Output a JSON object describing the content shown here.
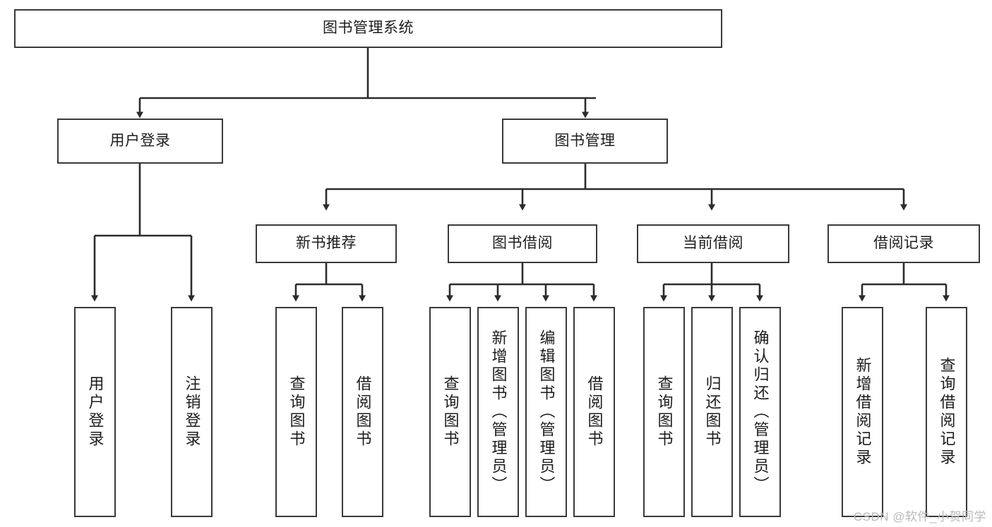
{
  "diagram": {
    "type": "tree-hierarchy",
    "title_node": {
      "id": "root",
      "label": "图书管理系统"
    },
    "level2": [
      {
        "id": "user-login",
        "label": "用户登录"
      },
      {
        "id": "book-manage",
        "label": "图书管理"
      }
    ],
    "level3": [
      {
        "id": "new-book-recommend",
        "label": "新书推荐",
        "parent": "book-manage"
      },
      {
        "id": "book-borrow",
        "label": "图书借阅",
        "parent": "book-manage"
      },
      {
        "id": "current-borrow",
        "label": "当前借阅",
        "parent": "book-manage"
      },
      {
        "id": "borrow-record",
        "label": "借阅记录",
        "parent": "book-manage"
      }
    ],
    "leaves": [
      {
        "id": "leaf-user-login",
        "label": "用户登录",
        "parent": "user-login"
      },
      {
        "id": "leaf-logout-login",
        "label": "注销登录",
        "parent": "user-login"
      },
      {
        "id": "leaf-query-book-1",
        "label": "查询图书",
        "parent": "new-book-recommend"
      },
      {
        "id": "leaf-borrow-book-1",
        "label": "借阅图书",
        "parent": "new-book-recommend"
      },
      {
        "id": "leaf-query-book-2",
        "label": "查询图书",
        "parent": "book-borrow"
      },
      {
        "id": "leaf-add-book",
        "label": "新增图书（管理员）",
        "parent": "book-borrow"
      },
      {
        "id": "leaf-edit-book",
        "label": "编辑图书（管理员）",
        "parent": "book-borrow"
      },
      {
        "id": "leaf-borrow-book-2",
        "label": "借阅图书",
        "parent": "book-borrow"
      },
      {
        "id": "leaf-query-book-3",
        "label": "查询图书",
        "parent": "current-borrow"
      },
      {
        "id": "leaf-return-book",
        "label": "归还图书",
        "parent": "current-borrow"
      },
      {
        "id": "leaf-confirm-return",
        "label": "确认归还（管理员）",
        "parent": "current-borrow"
      },
      {
        "id": "leaf-add-record",
        "label": "新增借阅记录",
        "parent": "borrow-record"
      },
      {
        "id": "leaf-query-record",
        "label": "查询借阅记录",
        "parent": "borrow-record"
      }
    ],
    "colors": {
      "background": "#ffffff",
      "box_stroke": "#3a3a3a",
      "box_fill": "#ffffff",
      "connector": "#2b2b2b",
      "text": "#1d1d1d",
      "watermark": "#b9b9b9"
    }
  },
  "watermark": {
    "text": "CSDN @软件_小贺同学"
  }
}
